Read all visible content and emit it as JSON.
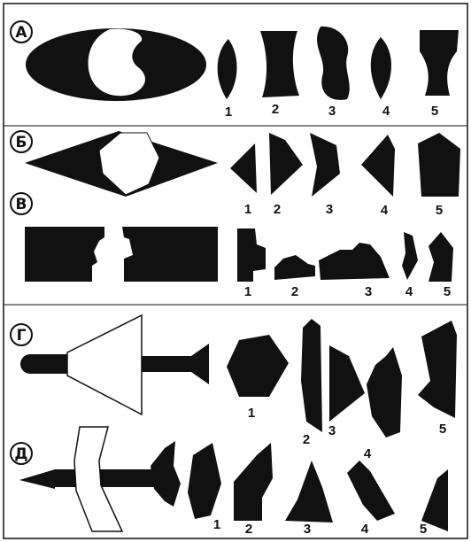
{
  "rows": [
    {
      "id": "a",
      "label": "А",
      "pieces": [
        "1",
        "2",
        "3",
        "4",
        "5"
      ]
    },
    {
      "id": "b",
      "label": "Б",
      "pieces": [
        "1",
        "2",
        "3",
        "4",
        "5"
      ]
    },
    {
      "id": "v",
      "label": "В",
      "pieces": [
        "1",
        "2",
        "3",
        "4",
        "5"
      ]
    },
    {
      "id": "g",
      "label": "Г",
      "pieces": [
        "1",
        "2",
        "3",
        "4",
        "5"
      ]
    },
    {
      "id": "d",
      "label": "Д",
      "pieces": [
        "1",
        "2",
        "3",
        "4",
        "5"
      ]
    }
  ],
  "colors": {
    "ink": "#111111",
    "paper": "#ffffff"
  }
}
